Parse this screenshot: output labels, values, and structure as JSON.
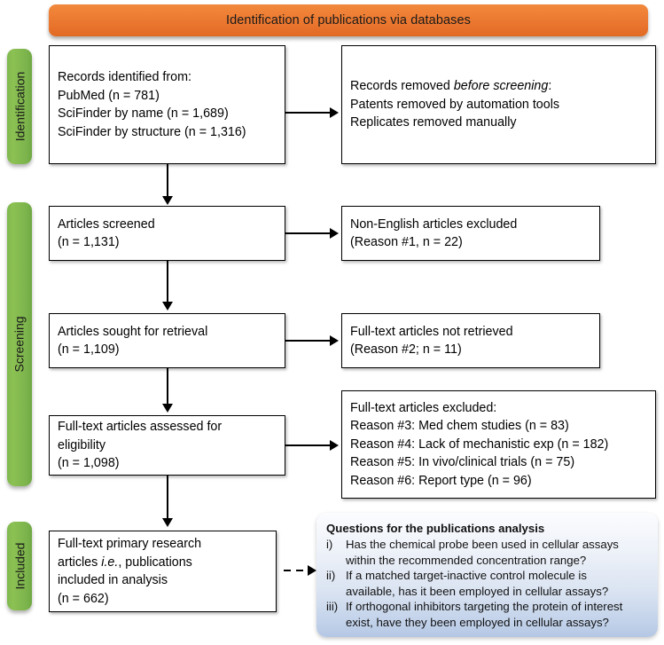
{
  "banner": {
    "title": "Identification of publications via databases",
    "color": "#ef8036"
  },
  "stages": [
    {
      "name": "identification",
      "label": "Identification",
      "color": "#84bb50"
    },
    {
      "name": "screening",
      "label": "Screening",
      "color": "#84bb50"
    },
    {
      "name": "included",
      "label": "Included",
      "color": "#84bb50"
    }
  ],
  "boxes": {
    "records_identified": {
      "lines": [
        "Records identified from:",
        "PubMed (n = 781)",
        "SciFinder by name (n = 1,689)",
        "SciFinder by structure (n = 1,316)"
      ]
    },
    "records_removed": {
      "line1_plain": "Records removed ",
      "line1_italic": "before screening",
      "line1_tail": ":",
      "lines": [
        "Patents removed by automation tools",
        "Replicates removed manually"
      ]
    },
    "articles_screened": {
      "lines": [
        "Articles screened",
        "(n = 1,131)"
      ]
    },
    "non_english_excluded": {
      "lines": [
        "Non-English articles excluded",
        "(Reason #1, n = 22)"
      ]
    },
    "articles_sought": {
      "lines": [
        "Articles sought for retrieval",
        "(n = 1,109)"
      ]
    },
    "not_retrieved": {
      "lines": [
        "Full-text articles not retrieved",
        "(Reason #2; n = 11)"
      ]
    },
    "assessed_eligibility": {
      "lines": [
        "Full-text articles assessed for",
        "eligibility",
        "(n = 1,098)"
      ]
    },
    "fulltext_excluded": {
      "lines": [
        "Full-text articles excluded:",
        "Reason #3: Med chem studies (n = 83)",
        "Reason #4: Lack of mechanistic exp (n = 182)",
        "Reason #5: In vivo/clinical trials (n = 75)",
        "Reason #6: Report type (n = 96)"
      ]
    },
    "included_primary": {
      "line1": "Full-text primary research",
      "line2_pre": "articles ",
      "line2_italic": "i.e.",
      "line2_post": ", publications",
      "line3": "included in analysis",
      "line4": "(n = 662)"
    }
  },
  "questions": {
    "title": "Questions for the publications analysis",
    "items": [
      {
        "marker": "i)",
        "lines": [
          "Has the chemical probe been used in cellular assays",
          "within the recommended concentration range?"
        ]
      },
      {
        "marker": "ii)",
        "lines": [
          "If a matched target-inactive control molecule is",
          "available, has it been employed in cellular assays?"
        ]
      },
      {
        "marker": "iii)",
        "lines": [
          "If orthogonal inhibitors targeting the protein of interest",
          "exist, have they been employed in cellular assays?"
        ]
      }
    ],
    "panel_color": "#c7d6ec"
  }
}
